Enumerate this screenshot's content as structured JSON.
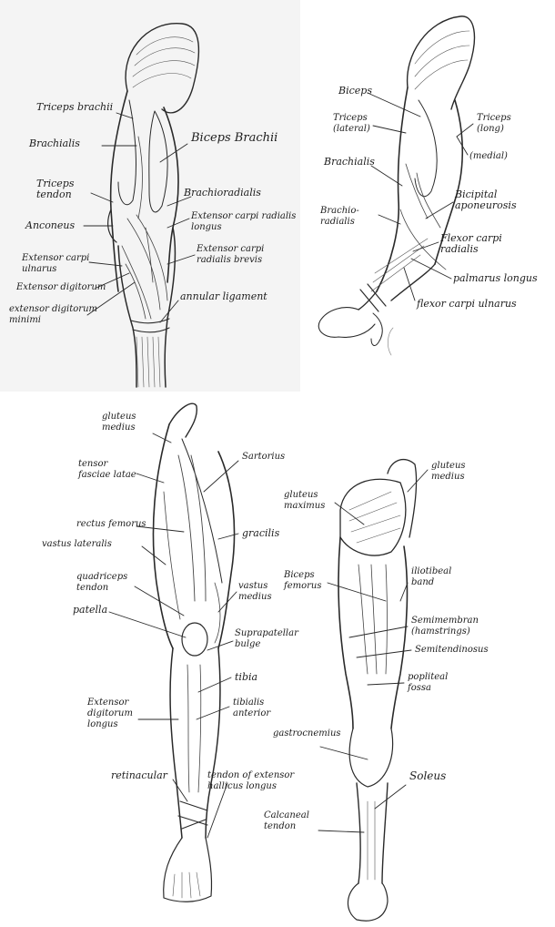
{
  "palette": {
    "paper": "#ffffff",
    "paper_shade": "#f3f3f3",
    "pencil": "#2a2a2a",
    "pencil_light": "#8a8a8a"
  },
  "panels": {
    "arm_lateral": {
      "labels": [
        {
          "text": "Triceps brachii"
        },
        {
          "text": "Brachialis"
        },
        {
          "text": "Biceps Brachii"
        },
        {
          "text": "Triceps\ntendon"
        },
        {
          "text": "Brachioradialis"
        },
        {
          "text": "Anconeus"
        },
        {
          "text": "Extensor carpi radialis\nlongus"
        },
        {
          "text": "Extensor carpi\nradialis brevis"
        },
        {
          "text": "Extensor carpi\nulnarus"
        },
        {
          "text": "Extensor digitorum"
        },
        {
          "text": "extensor digitorum\nminimi"
        },
        {
          "text": "annular ligament"
        }
      ]
    },
    "arm_medial": {
      "labels": [
        {
          "text": "Biceps"
        },
        {
          "text": "Triceps\n(lateral)"
        },
        {
          "text": "Triceps\n(long)"
        },
        {
          "text": "(medial)"
        },
        {
          "text": "Brachialis"
        },
        {
          "text": "Bicipital\naponeurosis"
        },
        {
          "text": "Brachio-\nradialis"
        },
        {
          "text": "Flexor carpi\nradialis"
        },
        {
          "text": "palmarus longus"
        },
        {
          "text": "flexor carpi ulnarus"
        }
      ]
    },
    "leg_front": {
      "labels": [
        {
          "text": "gluteus\nmedius"
        },
        {
          "text": "tensor\nfasciae latae"
        },
        {
          "text": "Sartorius"
        },
        {
          "text": "rectus femorus"
        },
        {
          "text": "vastus lateralis"
        },
        {
          "text": "gracilis"
        },
        {
          "text": "quadriceps\ntendon"
        },
        {
          "text": "vastus\nmedius"
        },
        {
          "text": "patella"
        },
        {
          "text": "Suprapatellar\nbulge"
        },
        {
          "text": "tibia"
        },
        {
          "text": "tibialis\nanterior"
        },
        {
          "text": "Extensor\ndigitorum\nlongus"
        },
        {
          "text": "retinacular"
        },
        {
          "text": "tendon of extensor\nhallicus longus"
        }
      ]
    },
    "leg_back": {
      "labels": [
        {
          "text": "gluteus\nmedius"
        },
        {
          "text": "gluteus\nmaximus"
        },
        {
          "text": "Biceps\nfemorus"
        },
        {
          "text": "iliotibeal\nband"
        },
        {
          "text": "Semimembran\n(hamstrings)"
        },
        {
          "text": "Semitendinosus"
        },
        {
          "text": "popliteal\nfossa"
        },
        {
          "text": "gastrocnemius"
        },
        {
          "text": "Soleus"
        },
        {
          "text": "Calcaneal\ntendon"
        }
      ]
    }
  }
}
